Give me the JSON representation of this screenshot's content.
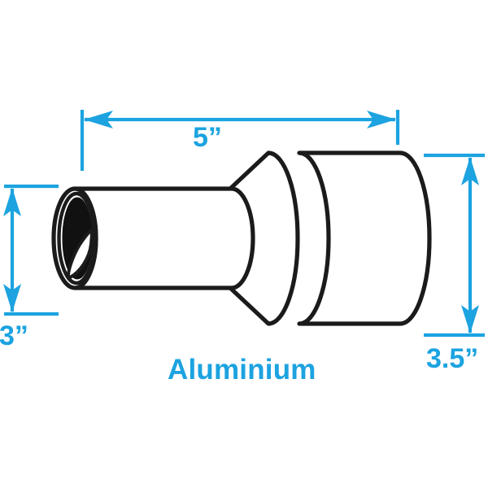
{
  "drawing": {
    "title": "Aluminium exhaust pipe reducer technical drawing",
    "material_label": "Aluminium",
    "background_color": "#ffffff",
    "line_color": "#1b1b1b",
    "dimension_color": "#1CA3E0",
    "bore_fill_color": "#111111"
  },
  "dimensions": {
    "length": {
      "label": "5”",
      "value": 5,
      "unit": "inch",
      "orientation": "horizontal",
      "position": "top",
      "arrows": "both-ends",
      "name": "overall-length"
    },
    "small_diameter": {
      "label": "3”",
      "value": 3,
      "unit": "inch",
      "orientation": "vertical",
      "position": "left",
      "arrows": "both-ends",
      "name": "inlet-diameter"
    },
    "large_diameter": {
      "label": "3.5”",
      "value": 3.5,
      "unit": "inch",
      "orientation": "vertical",
      "position": "right",
      "arrows": "both-ends",
      "name": "outlet-diameter"
    }
  },
  "icons": {
    "arrow_left": "arrow-left-icon",
    "arrow_right": "arrow-right-icon",
    "arrow_up": "arrow-up-icon",
    "arrow_down": "arrow-down-icon"
  }
}
